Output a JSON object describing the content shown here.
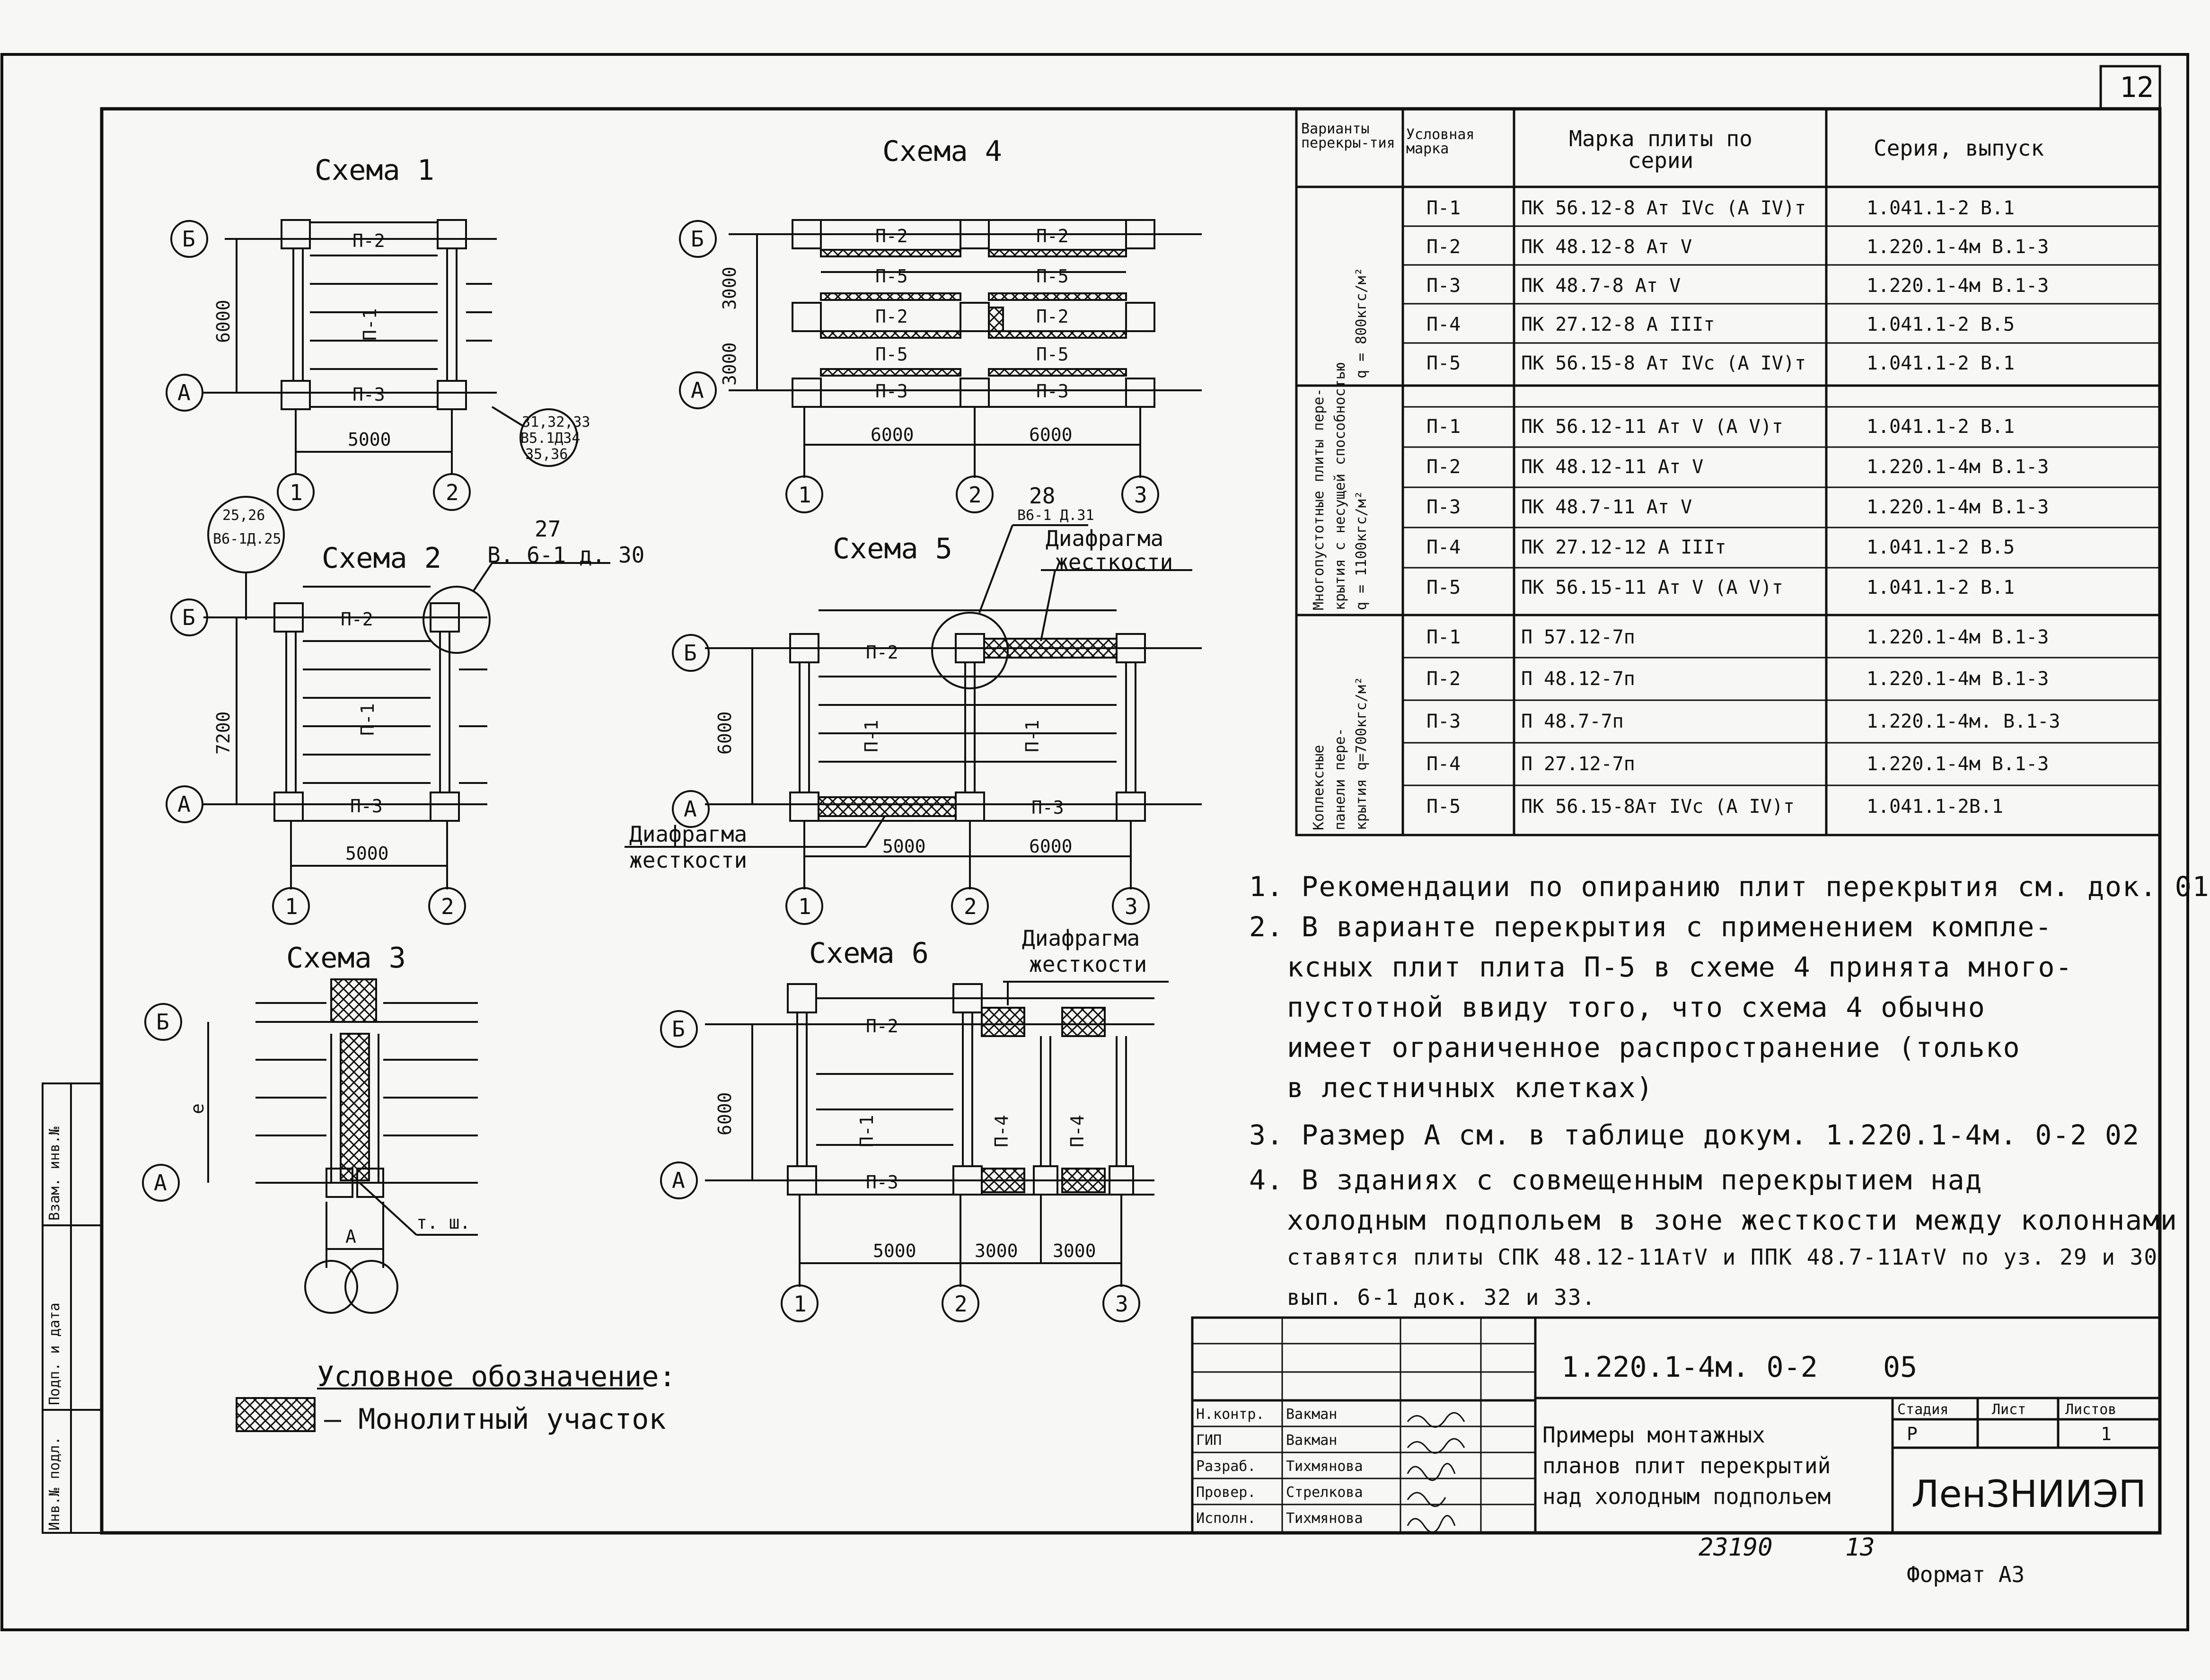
{
  "sheet_no": "12",
  "schemes": {
    "s1": "Схема 1",
    "s2": "Схема 2",
    "s3": "Схема 3",
    "s4": "Схема 4",
    "s5": "Схема 5",
    "s6": "Схема 6"
  },
  "axis_labels": {
    "a": "А",
    "b": "Б",
    "n1": "1",
    "n2": "2",
    "n3": "3"
  },
  "plates": {
    "p1": "П-1",
    "p2": "П-2",
    "p3": "П-3",
    "p4": "П-4",
    "p5": "П-5"
  },
  "dims": {
    "d6000": "6000",
    "d5000": "5000",
    "d7200": "7200",
    "d3000": "3000",
    "d5000_b": "5000",
    "e": "е",
    "A": "А",
    "tsh": "т. ш."
  },
  "callouts": {
    "c1_l1": "31,32,33",
    "c1_l2": "В5.1Д34",
    "c1_l3": "35,36",
    "c2_l1": "25,26",
    "c2_l2": "В6-1Д.25",
    "s2_n": "27",
    "s2_ref": "В. 6-1 д. 30",
    "s5_n": "28",
    "s5_ref": "В6-1 Д.31",
    "diaphragm_1": "Диафрагма",
    "diaphragm_2": "жесткости"
  },
  "legend": {
    "title": "Условное обозначение:",
    "text": "— Монолитный участок"
  },
  "table": {
    "headers": {
      "h1": "Варианты перекры-тия",
      "h2": "Условная марка",
      "h3": "Марка плиты по серии",
      "h4": "Серия, выпуск"
    },
    "groups": {
      "g1": "Многопустотные плиты пере-",
      "g1b": "крытия с несущей способностью",
      "g1c": "q = 800кгс/м²",
      "g2c": "q = 1100кгс/м²",
      "g3": "Коплексные",
      "g3b": "панели пере-",
      "g3c": "крытия q=700кгс/м²"
    },
    "rows": [
      {
        "mark": "П-1",
        "plate": "ПК 56.12-8 Ат IVс (А IV)т",
        "series": "1.041.1-2 В.1"
      },
      {
        "mark": "П-2",
        "plate": "ПК 48.12-8 Ат V",
        "series": "1.220.1-4м В.1-3"
      },
      {
        "mark": "П-3",
        "plate": "ПК 48.7-8 Ат V",
        "series": "1.220.1-4м В.1-3"
      },
      {
        "mark": "П-4",
        "plate": "ПК 27.12-8 А IIIт",
        "series": "1.041.1-2 В.5"
      },
      {
        "mark": "П-5",
        "plate": "ПК 56.15-8 Ат IVс (А IV)т",
        "series": "1.041.1-2 В.1"
      },
      {
        "mark": "П-1",
        "plate": "ПК 56.12-11 Ат V (А V)т",
        "series": "1.041.1-2 В.1"
      },
      {
        "mark": "П-2",
        "plate": "ПК 48.12-11 Ат V",
        "series": "1.220.1-4м В.1-3"
      },
      {
        "mark": "П-3",
        "plate": "ПК 48.7-11 Ат V",
        "series": "1.220.1-4м В.1-3"
      },
      {
        "mark": "П-4",
        "plate": "ПК 27.12-12 А IIIт",
        "series": "1.041.1-2 В.5"
      },
      {
        "mark": "П-5",
        "plate": "ПК 56.15-11 Ат V (А V)т",
        "series": "1.041.1-2 В.1"
      },
      {
        "mark": "П-1",
        "plate": "П 57.12-7п",
        "series": "1.220.1-4м В.1-3"
      },
      {
        "mark": "П-2",
        "plate": "П 48.12-7п",
        "series": "1.220.1-4м В.1-3"
      },
      {
        "mark": "П-3",
        "plate": "П 48.7-7п",
        "series": "1.220.1-4м. В.1-3"
      },
      {
        "mark": "П-4",
        "plate": "П 27.12-7п",
        "series": "1.220.1-4м В.1-3"
      },
      {
        "mark": "П-5",
        "plate": "ПК 56.15-8Ат IVс (А IV)т",
        "series": "1.041.1-2В.1"
      }
    ]
  },
  "notes": [
    "1. Рекомендации по опиранию плит перекрытия см. док. 01",
    "2. В варианте перекрытия с применением компле-",
    "ксных плит плита П-5 в схеме 4 принята много-",
    "пустотной ввиду того, что схема 4 обычно",
    "имеет ограниченное распространение (только",
    "в лестничных клетках)",
    "3. Размер А см. в таблице докум. 1.220.1-4м. 0-2 02",
    "4. В зданиях с совмещенным перекрытием над",
    "холодным подпольем в зоне жесткости между колоннами",
    "ставятся плиты СПК 48.12-11АтV и ППК 48.7-11АтV по уз. 29 и 30",
    "вып. 6-1 док. 32 и 33."
  ],
  "stamp": {
    "code": "1.220.1-4м. 0-2",
    "doc": "05",
    "title_1": "Примеры монтажных",
    "title_2": "планов плит перекрытий",
    "title_3": "над холодным подпольем",
    "stage_h": "Стадия",
    "sheet_h": "Лист",
    "sheets_h": "Листов",
    "stage": "Р",
    "sheets": "1",
    "org": "ЛенЗНИИЭП",
    "roles": [
      "Н.контр.",
      "ГИП",
      "Разраб.",
      "Провер.",
      "Исполн."
    ],
    "names": [
      "Вакман",
      "Вакман",
      "Тихмянова",
      "Стрелкова",
      "Тихмянова"
    ],
    "inv": "23190",
    "inv_n": "13",
    "format": "Формат А3"
  },
  "side_stamp": {
    "f1": "Инв.№ подл.",
    "f2": "Подп. и дата",
    "f3": "Взам. инв.№"
  }
}
